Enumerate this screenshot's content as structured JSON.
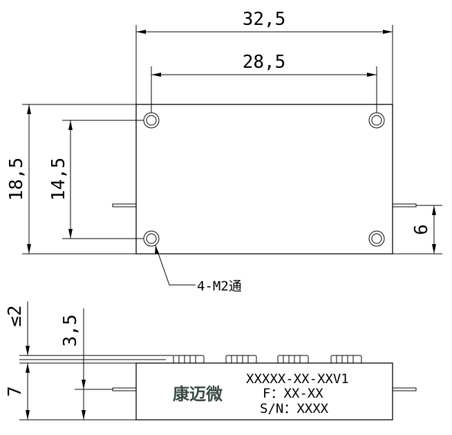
{
  "dimensions": {
    "overall_width": "32,5",
    "hole_pitch_x": "28,5",
    "overall_height": "18,5",
    "hole_pitch_y": "14,5",
    "pin_offset": "6",
    "max_connector_height": "≤2",
    "pin_height": "3,5",
    "body_height": "7"
  },
  "callout": {
    "holes": "4-M2通"
  },
  "label": {
    "brand": "康迈微",
    "model": "XXXXX-XX-XXV1",
    "frequency": "F：XX-XX",
    "serial": "S/N：XXXX"
  }
}
